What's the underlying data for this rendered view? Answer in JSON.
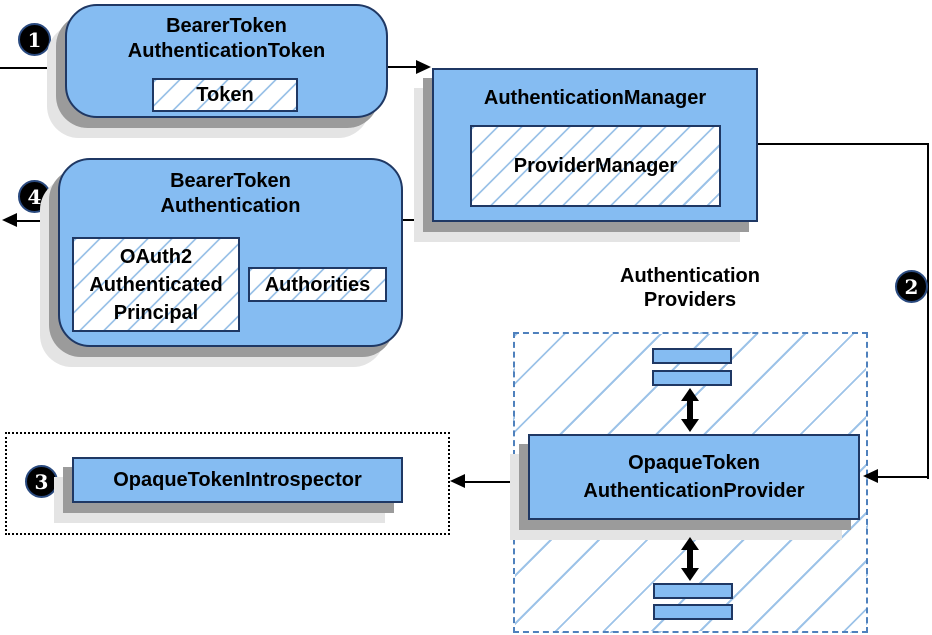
{
  "colors": {
    "node_fill": "#85BCF2",
    "node_border": "#1F3864",
    "hatch_line": "#9DC3E8",
    "dashed_border": "#4F81BD",
    "dotted_border": "#000000",
    "shadow_dark": "#9B9B9B",
    "shadow_light": "#E4E4E4",
    "line": "#000000",
    "badge_bg": "#000000",
    "badge_text": "#FFFFFF"
  },
  "nodes": {
    "bearer_token_authentication_token": {
      "title": [
        "BearerToken",
        "AuthenticationToken"
      ],
      "token_label": "Token"
    },
    "authentication_manager": {
      "title": "AuthenticationManager",
      "provider_manager_label": "ProviderManager"
    },
    "bearer_token_authentication": {
      "title": [
        "BearerToken",
        "Authentication"
      ],
      "principal_label": [
        "OAuth2",
        "Authenticated",
        "Principal"
      ],
      "authorities_label": "Authorities"
    },
    "authentication_providers": {
      "label": [
        "Authentication",
        "Providers"
      ]
    },
    "opaque_token_authentication_provider": {
      "title": [
        "OpaqueToken",
        "AuthenticationProvider"
      ]
    },
    "opaque_token_introspector": {
      "title": "OpaqueTokenIntrospector"
    }
  },
  "badges": {
    "step1": "1",
    "step2": "2",
    "step3": "3",
    "step4": "4"
  }
}
